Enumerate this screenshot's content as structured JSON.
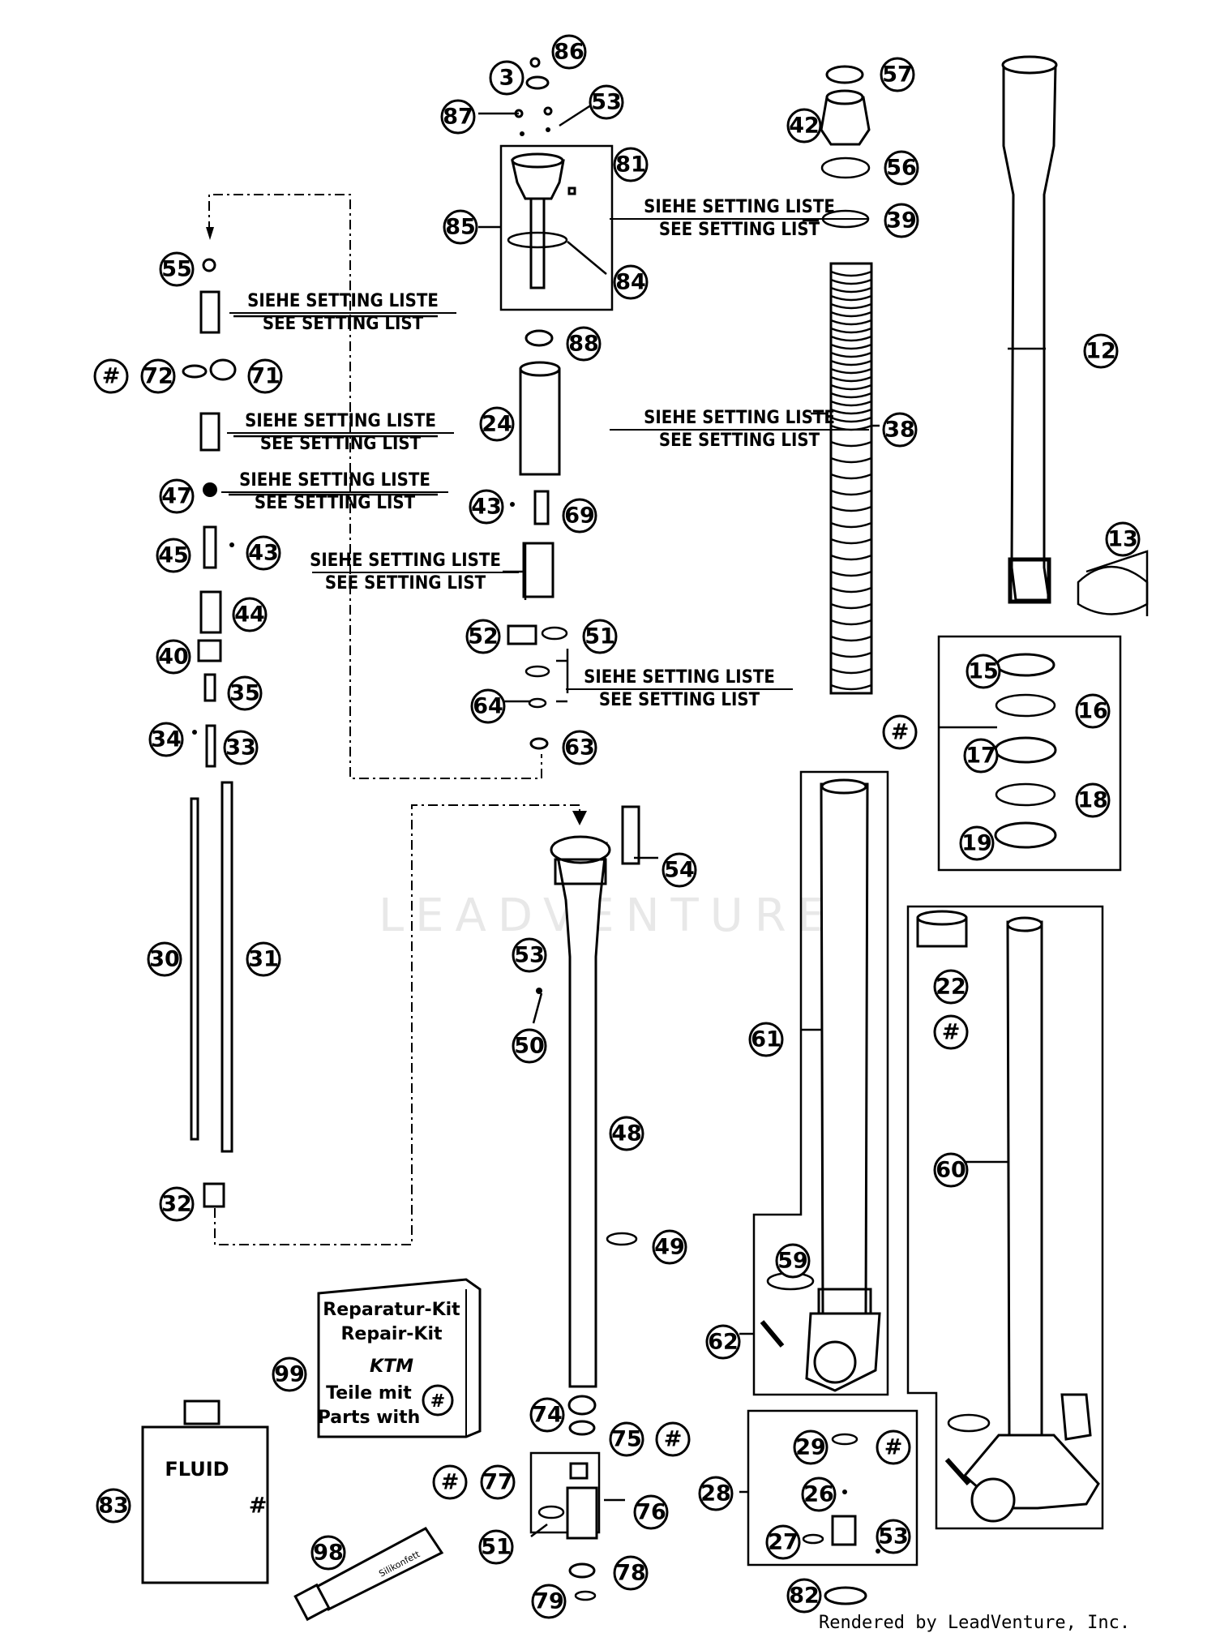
{
  "setting_label": {
    "de": "SIEHE SETTING LISTE",
    "en": "SEE SETTING LIST"
  },
  "kit": {
    "line1": "Reparatur-Kit",
    "line2": "Repair-Kit",
    "brand": "KTM",
    "line3": "Teile mit",
    "line4": "Parts with"
  },
  "fluid_label": "FLUID",
  "tube_label": "Silikonfett",
  "watermark": "LEADVENTURE",
  "credit": "Rendered by LeadVenture, Inc.",
  "callouts": [
    {
      "id": "c86",
      "label": "86"
    },
    {
      "id": "c3",
      "label": "3"
    },
    {
      "id": "c53a",
      "label": "53"
    },
    {
      "id": "c87",
      "label": "87"
    },
    {
      "id": "c81",
      "label": "81"
    },
    {
      "id": "c85",
      "label": "85"
    },
    {
      "id": "c84",
      "label": "84"
    },
    {
      "id": "c57",
      "label": "57"
    },
    {
      "id": "c42",
      "label": "42"
    },
    {
      "id": "c56",
      "label": "56"
    },
    {
      "id": "c39",
      "label": "39"
    },
    {
      "id": "c12",
      "label": "12"
    },
    {
      "id": "c13",
      "label": "13"
    },
    {
      "id": "c55",
      "label": "55"
    },
    {
      "id": "chash1",
      "label": "#"
    },
    {
      "id": "c72",
      "label": "72"
    },
    {
      "id": "c71",
      "label": "71"
    },
    {
      "id": "c88",
      "label": "88"
    },
    {
      "id": "c24",
      "label": "24"
    },
    {
      "id": "c38",
      "label": "38"
    },
    {
      "id": "c47",
      "label": "47"
    },
    {
      "id": "c43a",
      "label": "43"
    },
    {
      "id": "c69",
      "label": "69"
    },
    {
      "id": "c45",
      "label": "45"
    },
    {
      "id": "c43b",
      "label": "43"
    },
    {
      "id": "c44",
      "label": "44"
    },
    {
      "id": "c52",
      "label": "52"
    },
    {
      "id": "c51a",
      "label": "51"
    },
    {
      "id": "c40",
      "label": "40"
    },
    {
      "id": "c35",
      "label": "35"
    },
    {
      "id": "c15",
      "label": "15"
    },
    {
      "id": "c16",
      "label": "16"
    },
    {
      "id": "chash2",
      "label": "#"
    },
    {
      "id": "c17",
      "label": "17"
    },
    {
      "id": "c64",
      "label": "64"
    },
    {
      "id": "c34",
      "label": "34"
    },
    {
      "id": "c33",
      "label": "33"
    },
    {
      "id": "c63",
      "label": "63"
    },
    {
      "id": "c18",
      "label": "18"
    },
    {
      "id": "c19",
      "label": "19"
    },
    {
      "id": "c54",
      "label": "54"
    },
    {
      "id": "c53b",
      "label": "53"
    },
    {
      "id": "c30",
      "label": "30"
    },
    {
      "id": "c31",
      "label": "31"
    },
    {
      "id": "c22",
      "label": "22"
    },
    {
      "id": "chash3",
      "label": "#"
    },
    {
      "id": "c61",
      "label": "61"
    },
    {
      "id": "c50",
      "label": "50"
    },
    {
      "id": "c48",
      "label": "48"
    },
    {
      "id": "c60",
      "label": "60"
    },
    {
      "id": "c32",
      "label": "32"
    },
    {
      "id": "c49",
      "label": "49"
    },
    {
      "id": "c59",
      "label": "59"
    },
    {
      "id": "c62",
      "label": "62"
    },
    {
      "id": "c99",
      "label": "99"
    },
    {
      "id": "c74",
      "label": "74"
    },
    {
      "id": "c75",
      "label": "75"
    },
    {
      "id": "chash4",
      "label": "#"
    },
    {
      "id": "c29",
      "label": "29"
    },
    {
      "id": "chash5",
      "label": "#"
    },
    {
      "id": "c77",
      "label": "77"
    },
    {
      "id": "chash6",
      "label": "#"
    },
    {
      "id": "c76",
      "label": "76"
    },
    {
      "id": "c28",
      "label": "28"
    },
    {
      "id": "c26",
      "label": "26"
    },
    {
      "id": "c83",
      "label": "83"
    },
    {
      "id": "c51b",
      "label": "51"
    },
    {
      "id": "c27",
      "label": "27"
    },
    {
      "id": "c53c",
      "label": "53"
    },
    {
      "id": "c98",
      "label": "98"
    },
    {
      "id": "c78",
      "label": "78"
    },
    {
      "id": "c79",
      "label": "79"
    },
    {
      "id": "c82",
      "label": "82"
    },
    {
      "id": "chash7",
      "label": "#"
    }
  ]
}
